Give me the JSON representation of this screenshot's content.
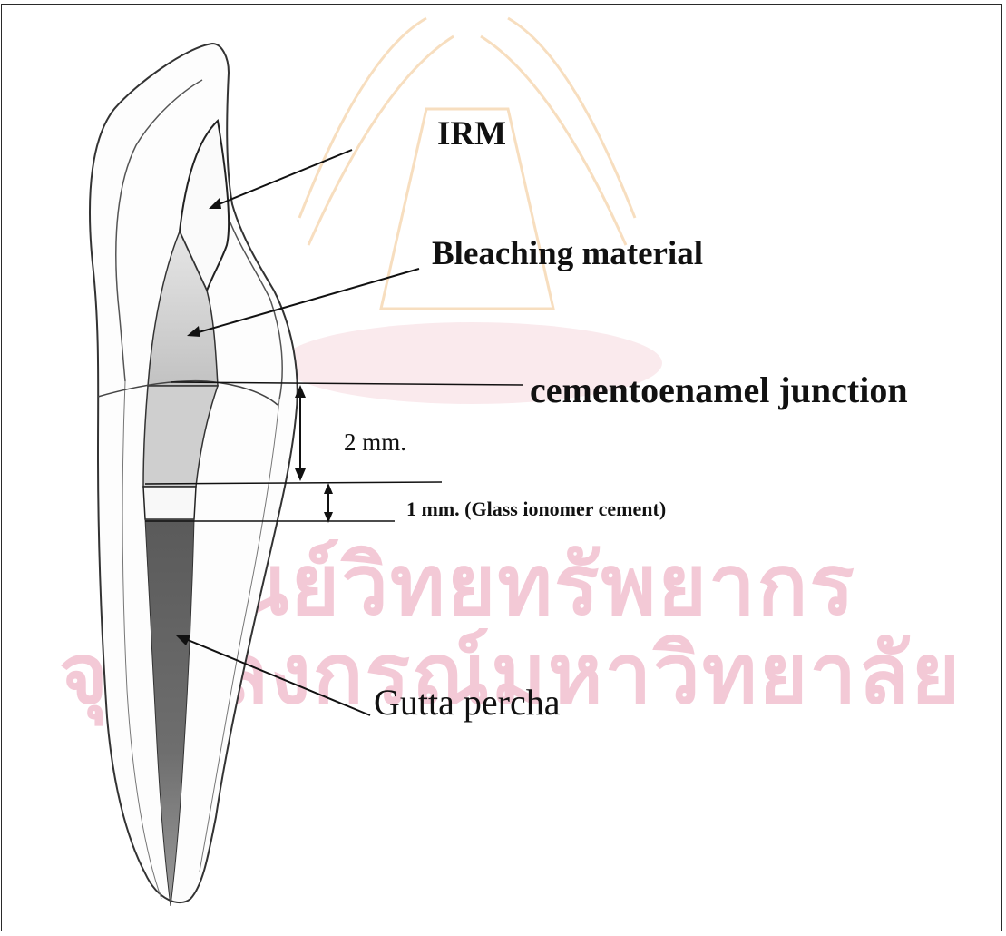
{
  "labels": {
    "irm": "IRM",
    "bleaching_material": "Bleaching material",
    "cementoenamel_junction": "cementoenamel junction",
    "two_mm": "2 mm.",
    "one_mm": "1 mm. (Glass ionomer cement)",
    "gutta_percha": "Gutta percha"
  },
  "watermark": {
    "line1": "ศูนย์วิทยทรัพยากร",
    "line2": "จุฬาลงกรณ์มหาวิทยาลัย",
    "color": "#f3c9d6"
  },
  "colors": {
    "line": "#1a1a1a",
    "gutta_percha_fill": "#6a6a6a",
    "bleach_fill": "#c9c9c9"
  }
}
